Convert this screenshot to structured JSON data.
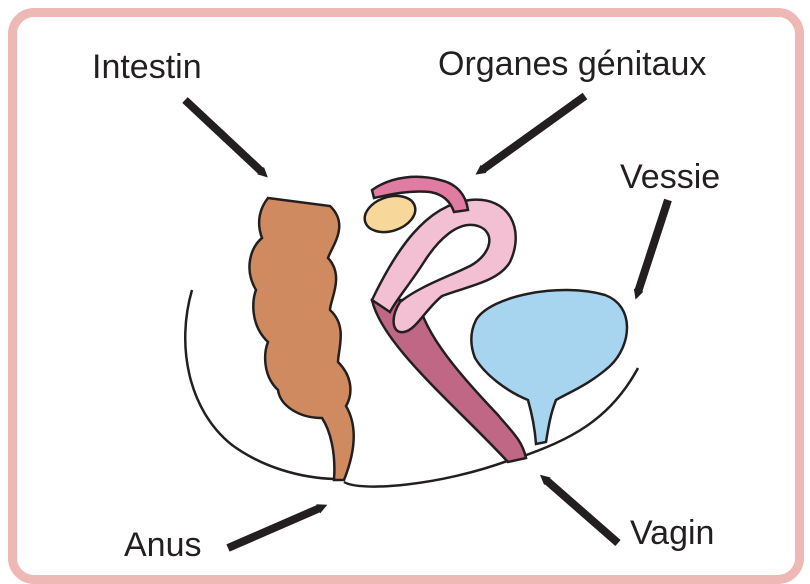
{
  "labels": {
    "intestin": "Intestin",
    "organes": "Organes génitaux",
    "vessie": "Vessie",
    "anus": "Anus",
    "vagin": "Vagin"
  },
  "colors": {
    "frame": "#eeb8b4",
    "intestine": "#d08a5f",
    "uterus": "#f2bfd3",
    "vagina": "#c06785",
    "tube": "#e07ba2",
    "ovary": "#f7d89a",
    "bladder": "#a7d5f0",
    "outline": "#231f20"
  }
}
